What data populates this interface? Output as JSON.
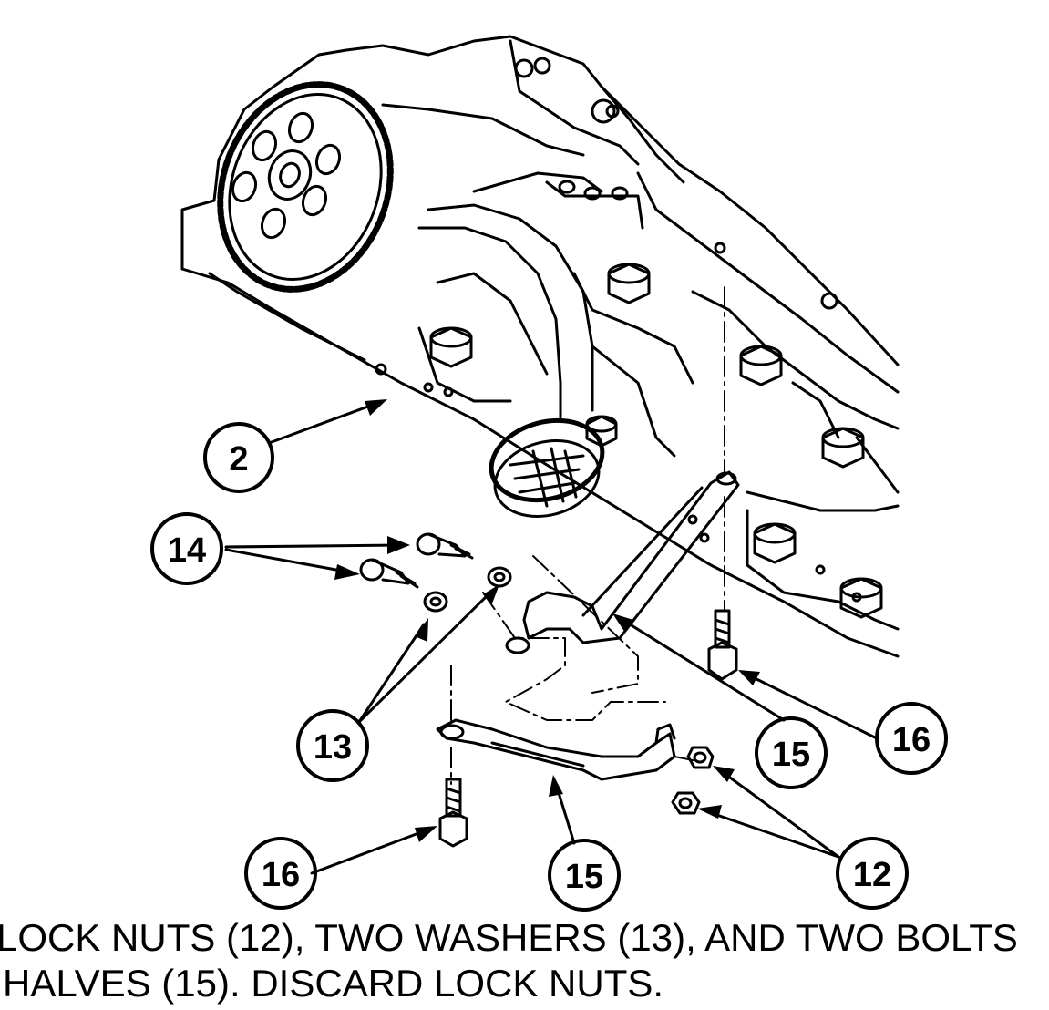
{
  "callouts": {
    "c2": "2",
    "c14": "14",
    "c13": "13",
    "c15a": "15",
    "c16a": "16",
    "c15b": "15",
    "c16b": "16",
    "c12": "12"
  },
  "caption": {
    "line1": "LOCK NUTS (12), TWO WASHERS (13), AND TWO BOLTS",
    "line2": "HALVES (15). DISCARD LOCK NUTS."
  },
  "colors": {
    "ink": "#000000",
    "paper": "#ffffff"
  }
}
